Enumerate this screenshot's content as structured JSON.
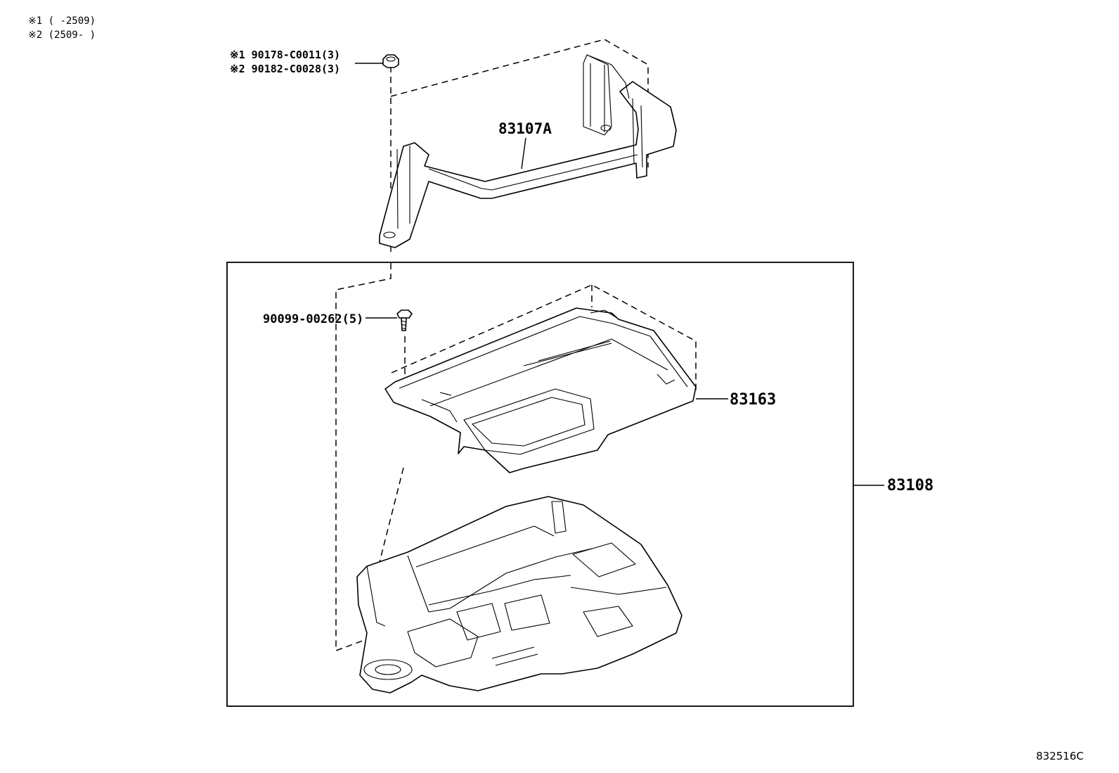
{
  "notes": {
    "n1": "※1 (    -2509)",
    "n2": "※2 (2509-    )"
  },
  "callouts": {
    "nut_1": "※1 90178-C0011(3)",
    "nut_2": "※2 90182-C0028(3)",
    "bracket": "83107A",
    "screw": "90099-00262(5)",
    "cover": "83163",
    "case_assembly": "83108"
  },
  "figure_code": "832516C"
}
